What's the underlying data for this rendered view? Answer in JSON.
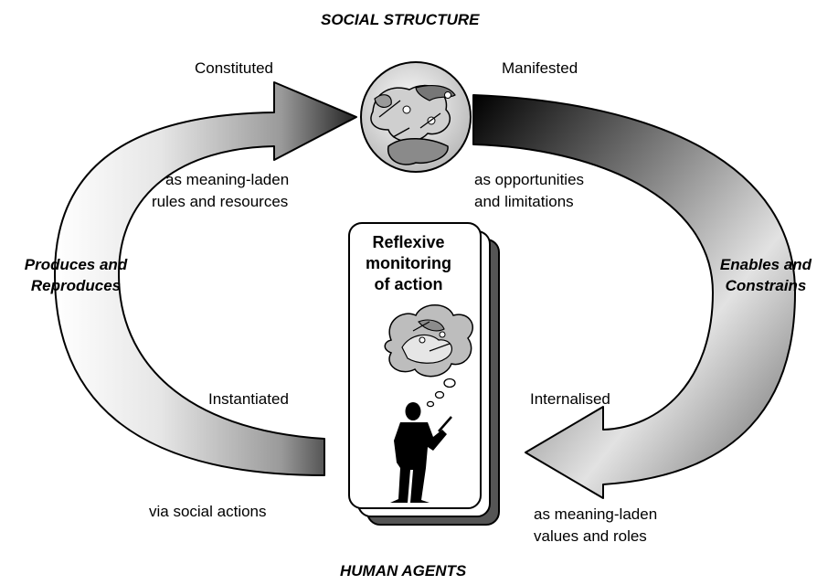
{
  "top_title": "SOCIAL STRUCTURE",
  "bottom_title": "HUMAN AGENTS",
  "left_side": {
    "line1": "Produces and",
    "line2": "Reproduces"
  },
  "right_side": {
    "line1": "Enables and",
    "line2": "Constrains"
  },
  "constituted": {
    "heading": "Constituted",
    "line1": "as meaning-laden",
    "line2": "rules and resources"
  },
  "manifested": {
    "heading": "Manifested",
    "line1": "as opportunities",
    "line2": "and limitations"
  },
  "instantiated": {
    "heading": "Instantiated",
    "line1": "via  social actions"
  },
  "internalised": {
    "heading": "Internalised",
    "line1": "as meaning-laden",
    "line2": "values and roles"
  },
  "card": {
    "line1": "Reflexive",
    "line2": "monitoring",
    "line3": "of action"
  },
  "icons": [
    "society-globe-icon",
    "thought-bubble-icon",
    "person-pointer-icon"
  ],
  "colors": {
    "arrow_dark": "#000000",
    "arrow_light": "#ffffff",
    "card_shadow": "#555555"
  }
}
